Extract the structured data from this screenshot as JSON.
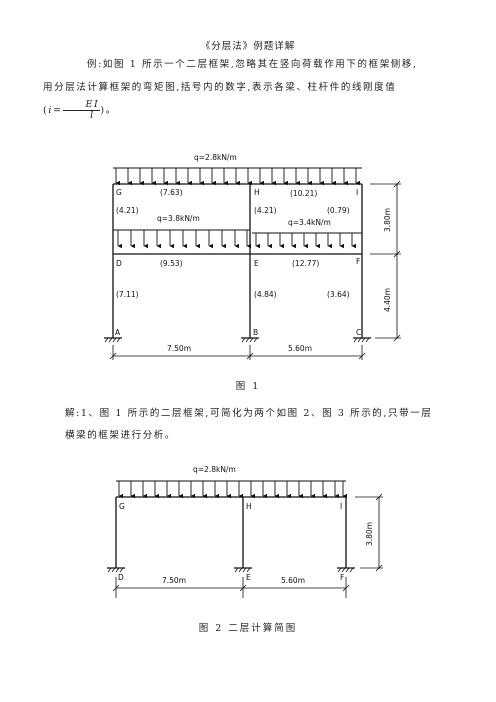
{
  "page": {
    "title": "《分层法》例题详解",
    "intro_line1": "例:如图 1 所示一个二层框架,忽略其在竖向荷载作用下的框架侧移,",
    "intro_line2": "用分层法计算框架的弯矩图,括号内的数字,表示各梁、柱杆件的线刚度值",
    "intro_line3_pre": "(",
    "intro_formula_i": "i",
    "intro_formula_eq": "=",
    "intro_formula_num": "EI",
    "intro_formula_den": "l",
    "intro_line3_post": ")。",
    "solution_line1": "解:1、图 1 所示的二层框架,可简化为两个如图 2、图 3 所示的,只带一层",
    "solution_line2": "横梁的框架进行分析。"
  },
  "figure1": {
    "caption": "图 1",
    "load_top": "q=2.8kN/m",
    "load_left": "q=3.8kN/m",
    "load_right": "q=3.4kN/m",
    "nodes": {
      "G": "G",
      "H": "H",
      "I": "I",
      "D": "D",
      "E": "E",
      "F": "F",
      "A": "A",
      "B": "B",
      "C": "C"
    },
    "stiffness": {
      "beam_GH": "(7.63)",
      "beam_HI": "(10.21)",
      "col_GD": "(4.21)",
      "col_HE": "(4.21)",
      "col_IF": "(0.79)",
      "beam_DE": "(9.53)",
      "beam_EF": "(12.77)",
      "col_DA": "(7.11)",
      "col_EB": "(4.84)",
      "col_FC": "(3.64)"
    },
    "dims": {
      "span_left": "7.50m",
      "span_right": "5.60m",
      "height_top": "3.80m",
      "height_bottom": "4.40m"
    }
  },
  "figure2": {
    "caption": "图 2  二层计算简图",
    "load": "q=2.8kN/m",
    "nodes": {
      "G": "G",
      "H": "H",
      "I": "I",
      "D": "D",
      "E": "E",
      "F": "F"
    },
    "dims": {
      "span_left": "7.50m",
      "span_right": "5.60m",
      "height": "3.80m"
    }
  }
}
